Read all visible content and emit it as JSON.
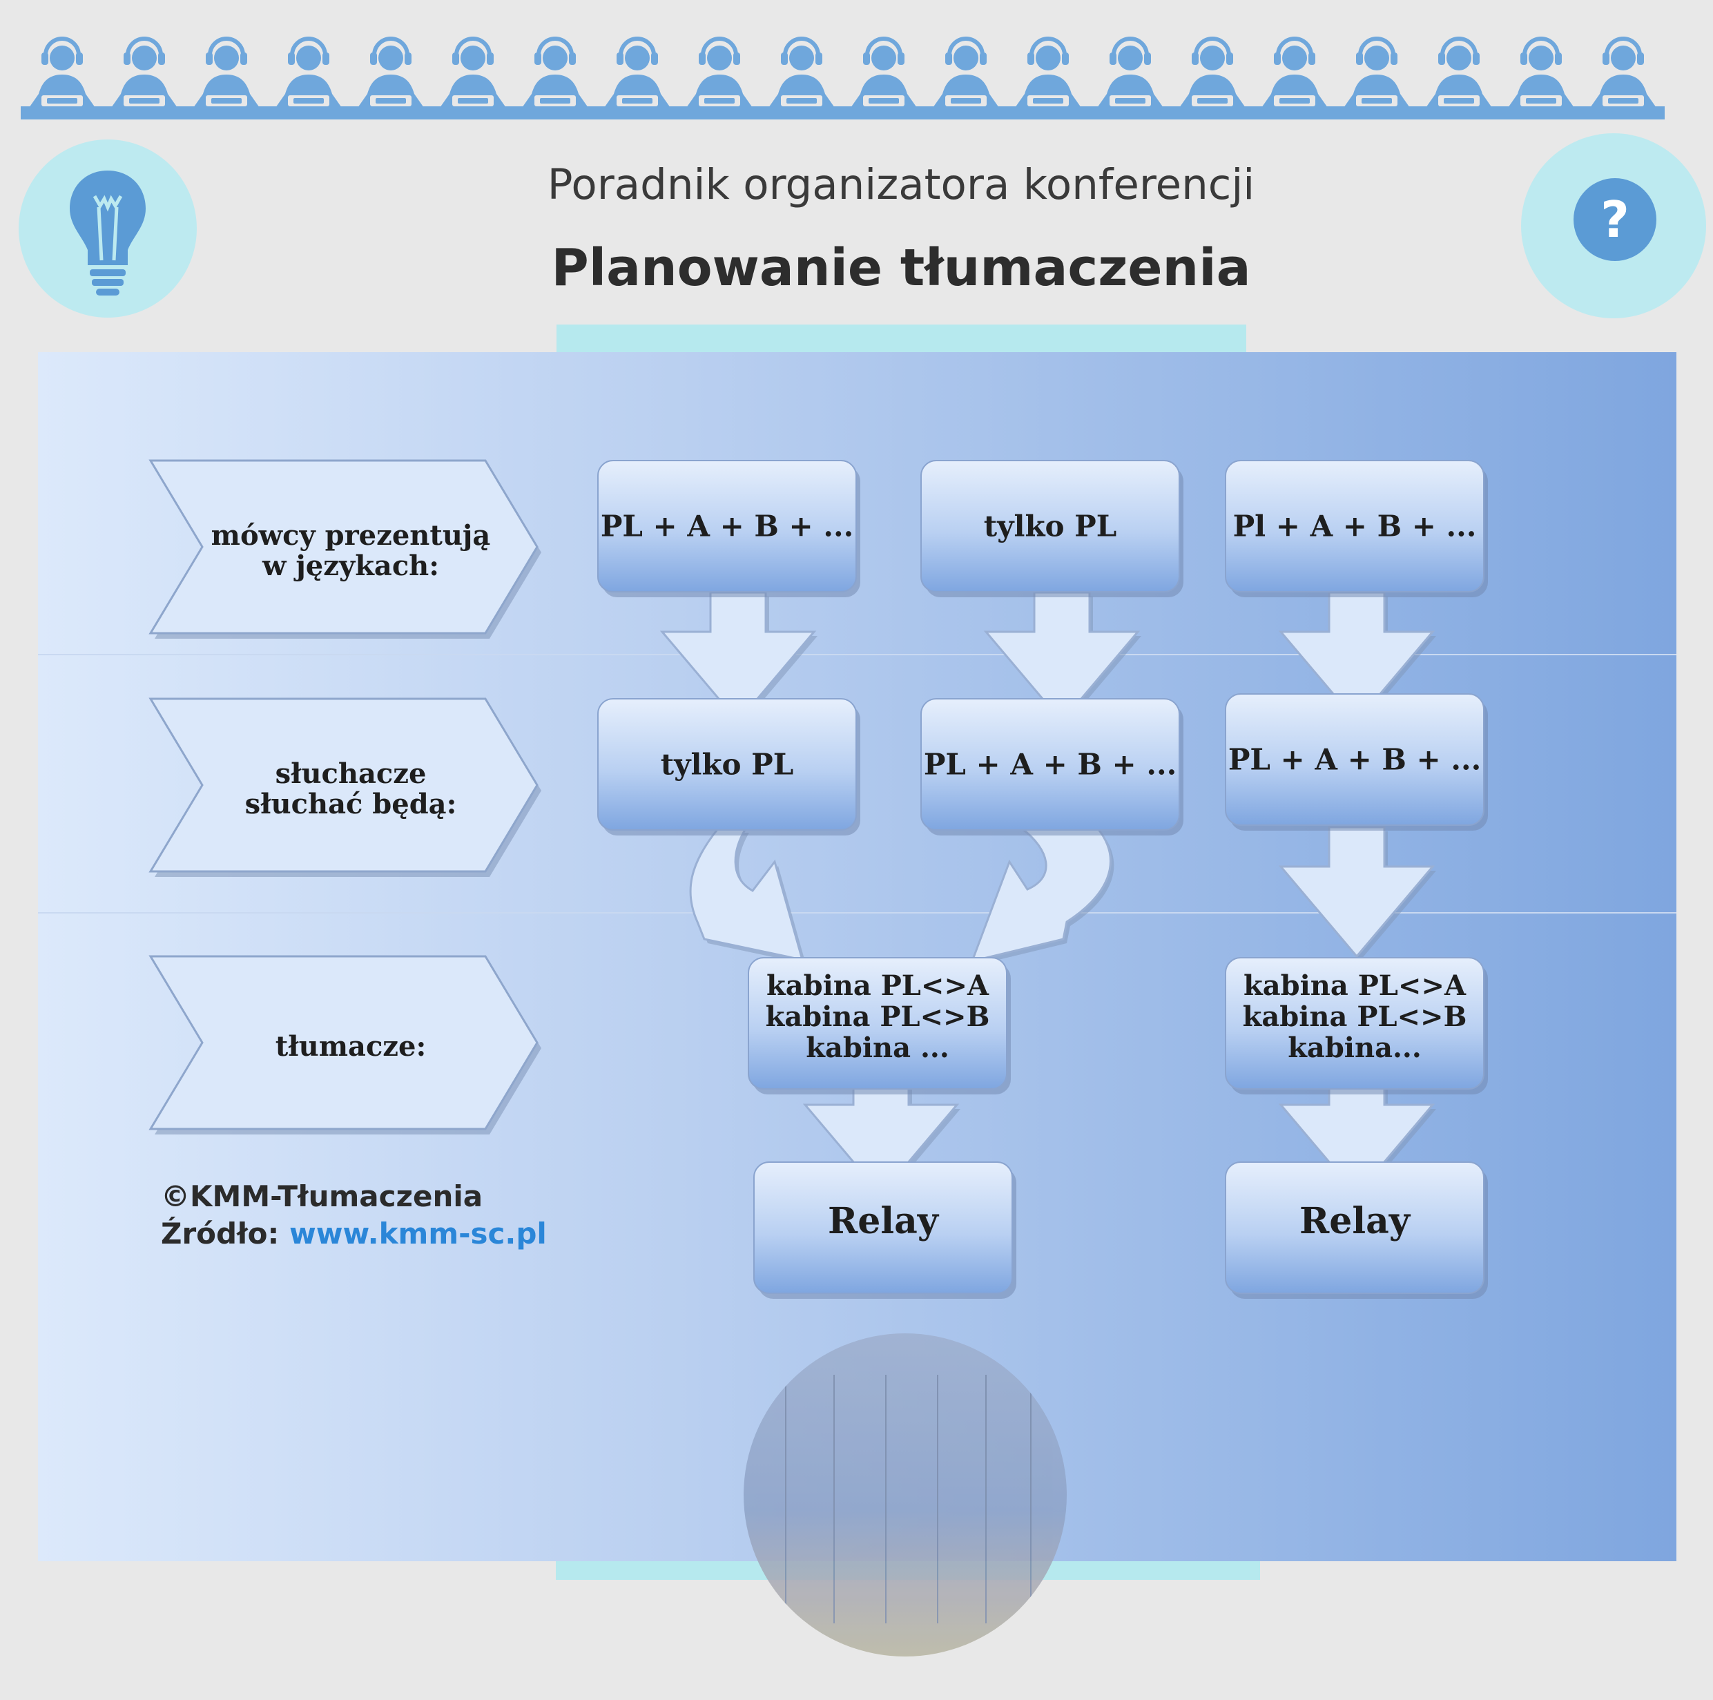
{
  "header": {
    "subtitle": "Poradnik organizatora konferencji",
    "title": "Planowanie tłumaczenia"
  },
  "icons": {
    "people_row": "interpreter-with-headset-icon",
    "people_count": 20,
    "left_circle": "lightbulb-icon",
    "right_circle": "question-mark-icon",
    "question_glyph": "?"
  },
  "diagram": {
    "row_labels": [
      {
        "lines": [
          "mówcy prezentują",
          "w językach:"
        ]
      },
      {
        "lines": [
          "słuchacze",
          "słuchać będą:"
        ]
      },
      {
        "lines": [
          "tłumacze:"
        ]
      }
    ],
    "boxes": [
      {
        "id": "speakers-1",
        "lines": [
          "PL + A + B + ..."
        ]
      },
      {
        "id": "speakers-2",
        "lines": [
          "tylko PL"
        ]
      },
      {
        "id": "speakers-3",
        "lines": [
          "Pl + A + B + ..."
        ]
      },
      {
        "id": "listeners-1",
        "lines": [
          "tylko PL"
        ]
      },
      {
        "id": "listeners-2",
        "lines": [
          "PL + A + B + ..."
        ]
      },
      {
        "id": "listeners-3",
        "lines": [
          "PL + A + B + ..."
        ]
      },
      {
        "id": "booths-1",
        "lines": [
          "kabina PL<>A",
          "kabina PL<>B",
          "kabina ..."
        ]
      },
      {
        "id": "booths-2",
        "lines": [
          "kabina PL<>A",
          "kabina PL<>B",
          "kabina..."
        ]
      },
      {
        "id": "relay-1",
        "lines": [
          "Relay"
        ]
      },
      {
        "id": "relay-2",
        "lines": [
          "Relay"
        ]
      }
    ]
  },
  "credits": {
    "line1": "©KMM-Tłumaczenia",
    "source_label": "Źródło: ",
    "source_link": "www.kmm-sc.pl"
  },
  "colors": {
    "icon_blue": "#6fa7dc",
    "circle_teal": "#bdeaf0",
    "link_blue": "#2a86d8"
  }
}
